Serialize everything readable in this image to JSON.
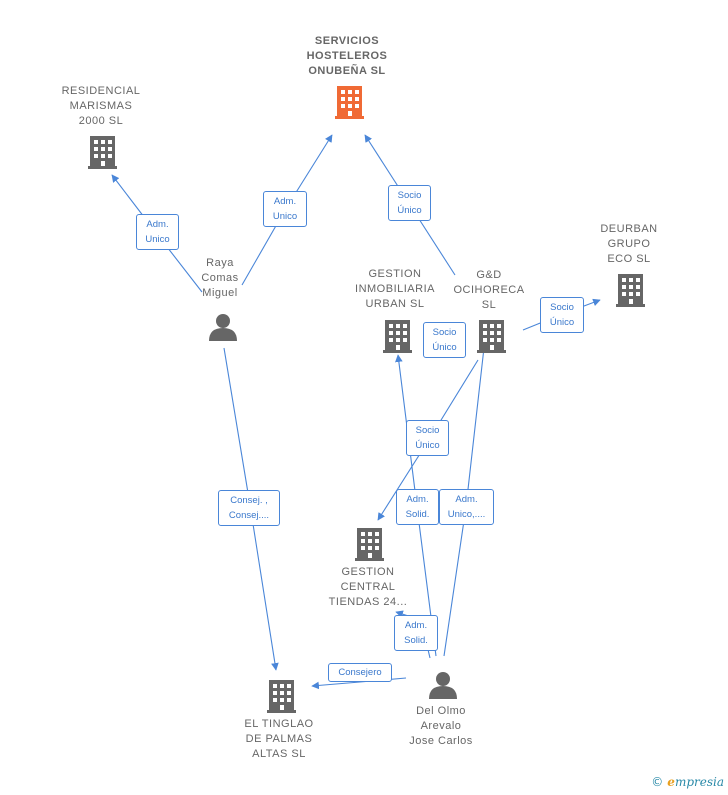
{
  "nodes": {
    "servicios": {
      "label": "SERVICIOS\nHOSTELEROS\nONUBEÑA  SL",
      "icon": "building-icon",
      "color": "#f06a35"
    },
    "residencial": {
      "label": "RESIDENCIAL\nMARISMAS\n2000 SL",
      "icon": "building-icon",
      "color": "#666666"
    },
    "deurban": {
      "label": "DEURBAN\nGRUPO\nECO  SL",
      "icon": "building-icon",
      "color": "#666666"
    },
    "gestion_inmo": {
      "label": "GESTION\nINMOBILIARIA\nURBAN  SL",
      "icon": "building-icon",
      "color": "#666666"
    },
    "gd": {
      "label": "G&D\nOCIHORECA\nSL",
      "icon": "building-icon",
      "color": "#666666"
    },
    "raya": {
      "label": "Raya\nComas\nMiguel",
      "icon": "person-icon",
      "color": "#666666"
    },
    "gestion_central": {
      "label": "GESTION\nCENTRAL\nTIENDAS 24...",
      "icon": "building-icon",
      "color": "#666666"
    },
    "tinglao": {
      "label": "EL TINGLAO\nDE PALMAS\nALTAS  SL",
      "icon": "building-icon",
      "color": "#666666"
    },
    "delolmo": {
      "label": "Del Olmo\nArevalo\nJose Carlos",
      "icon": "person-icon",
      "color": "#666666"
    }
  },
  "edges": {
    "raya_residencial": "Adm.\nUnico",
    "raya_servicios": "Adm.\nUnico",
    "gd_servicios": "Socio\nÚnico",
    "gd_deurban": "Socio\nÚnico",
    "gd_gestion_inmo": "Socio\nÚnico",
    "gd_gestion_central": "Socio\nÚnico",
    "raya_tinglao": "Consej. ,\nConsej....",
    "delolmo_gestion_inmo": "Adm.\nSolid.",
    "delolmo_gd": "Adm.\nUnico,....",
    "delolmo_gestion_central": "Adm.\nSolid.",
    "delolmo_tinglao": "Consejero"
  },
  "colors": {
    "edge": "#4a86d8",
    "node": "#666666",
    "highlight": "#f06a35"
  },
  "brand": {
    "copyright": "©",
    "first": "e",
    "rest": "mpresia"
  }
}
